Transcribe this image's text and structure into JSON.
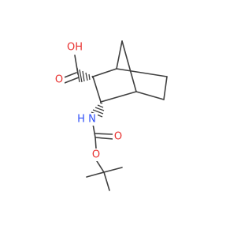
{
  "structure": {
    "atoms": {
      "hydroxyl": "OH",
      "carbonyl_oxygen_acid": "O",
      "amide_nitrogen": "N",
      "amide_hydrogen": "H",
      "carbamate_carbonyl_oxygen": "O",
      "ester_oxygen": "O"
    }
  },
  "colors": {
    "bond": "#404040",
    "oxygen": "#e8312f",
    "nitrogen": "#3050f8",
    "background": "#ffffff"
  }
}
